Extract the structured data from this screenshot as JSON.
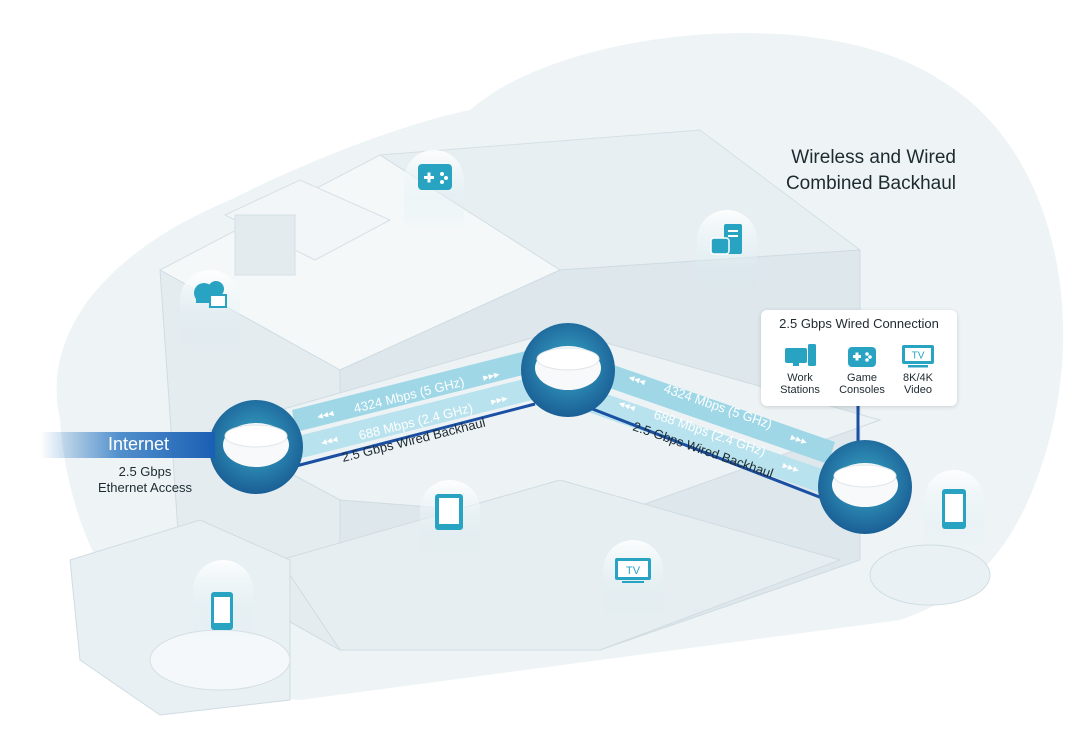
{
  "title": {
    "line1": "Wireless and Wired",
    "line2": "Combined Backhaul"
  },
  "internet": {
    "label": "Internet",
    "access_line1": "2.5 Gbps",
    "access_line2": "Ethernet Access"
  },
  "links": [
    {
      "band_5": "4324 Mbps (5 GHz)",
      "band_24": "688 Mbps (2.4 GHz)",
      "wired": "2.5 Gbps Wired Backhaul"
    },
    {
      "band_5": "4324 Mbps (5 GHz)",
      "band_24": "688 Mbps (2.4 GHz)",
      "wired": "2.5 Gbps Wired Backhaul"
    }
  ],
  "wired_panel": {
    "title": "2.5 Gbps Wired Connection",
    "items": [
      {
        "line1": "Work",
        "line2": "Stations",
        "icon": "workstation-icon"
      },
      {
        "line1": "Game",
        "line2": "Consoles",
        "icon": "gamepad-icon"
      },
      {
        "line1": "8K/4K",
        "line2": "Video",
        "icon": "tv-icon"
      }
    ]
  },
  "device_icons": {
    "tv_label": "TV",
    "list": [
      "cloud-folder-icon",
      "gamepad-icon",
      "document-game-icon",
      "tablet-icon",
      "tv-icon",
      "phone-icon",
      "phone-icon"
    ]
  },
  "colors": {
    "accent": "#29a3c2",
    "wifi_band": "#9fd7e6",
    "wired": "#1a4fa3",
    "house": "#e2ebef",
    "backdrop": "#eef4f6"
  }
}
